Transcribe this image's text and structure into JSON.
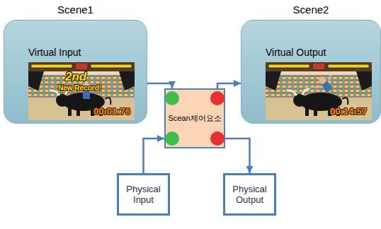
{
  "diagram": {
    "nodes": [
      {
        "text": [
          "Scene1",
          "Virtual Input"
        ]
      },
      {
        "text": [
          "Scene2",
          "Virtual Output"
        ]
      },
      {
        "text": [
          "Scean제어요소"
        ]
      },
      {
        "text": [
          "Physical Input"
        ]
      },
      {
        "text": [
          "Physical Output"
        ]
      }
    ],
    "edges": [
      {
        "from": 0,
        "to": 2,
        "arrow": "to"
      },
      {
        "from": 2,
        "to": 1,
        "arrow": "to"
      },
      {
        "from": 3,
        "to": 2,
        "arrow": "to"
      },
      {
        "from": 2,
        "to": 4,
        "arrow": "to"
      }
    ],
    "labels": [
      "2nd",
      "New Record!",
      "00:01:76",
      "00:14:57"
    ]
  }
}
